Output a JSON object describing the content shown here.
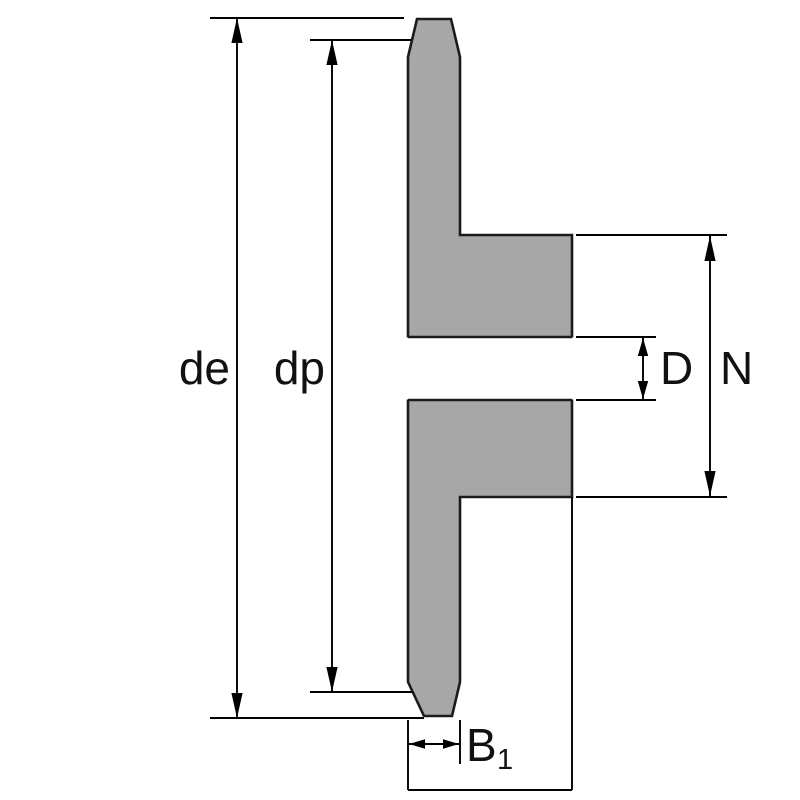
{
  "diagram": {
    "kind": "sprocket-cross-section-drawing",
    "labels": {
      "outer_diameter": "de",
      "pitch_diameter": "dp",
      "bore_diameter": "D",
      "hub_diameter": "N",
      "width_base": "B",
      "width_subscript": "1"
    },
    "colors": {
      "section_fill": "#a7a7a7",
      "outline": "#1b1b1b",
      "dimension_lines": "#000000",
      "background": "#ffffff"
    }
  }
}
